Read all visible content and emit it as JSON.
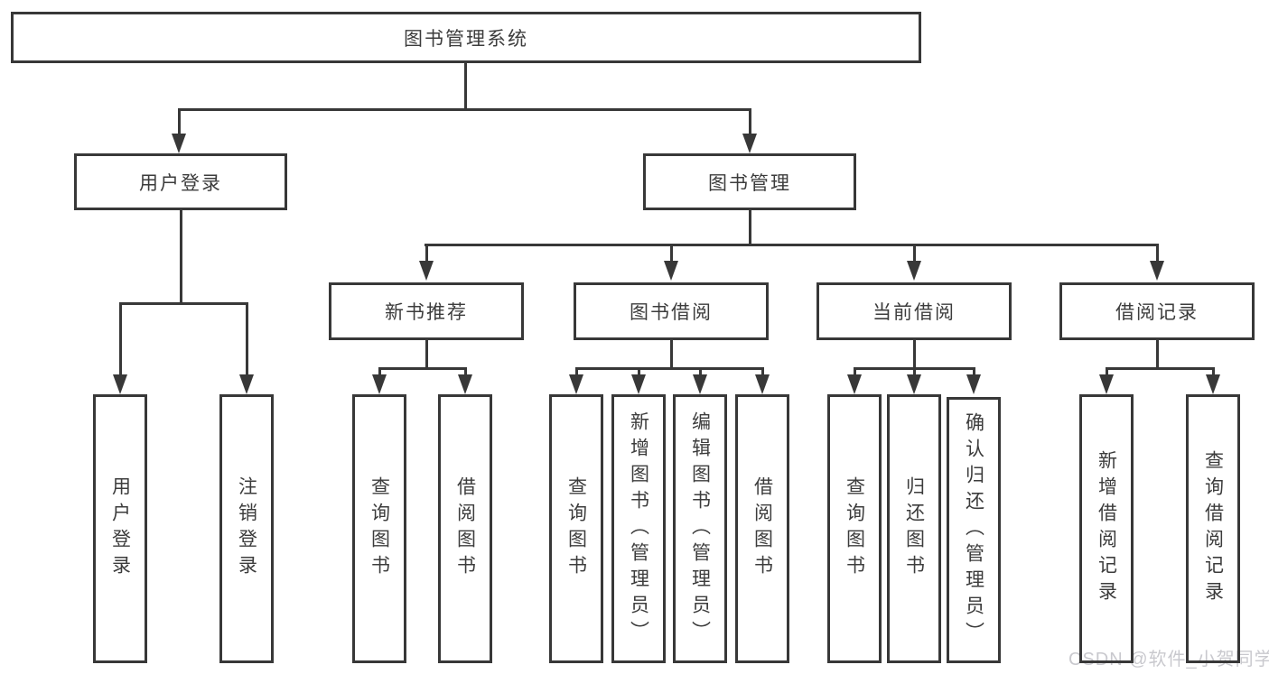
{
  "meta": {
    "colors": {
      "line": "#383838",
      "text": "#3c3c3c",
      "background": "#ffffff",
      "watermark": "#c9c9ce"
    }
  },
  "watermark": {
    "text": "CSDN @软件_小贺同学"
  },
  "tree": {
    "root": {
      "label": "图书管理系统"
    },
    "branches": [
      {
        "label": "用户登录",
        "children": [
          {
            "label": "用户登录"
          },
          {
            "label": "注销登录"
          }
        ]
      },
      {
        "label": "图书管理",
        "children": [
          {
            "label": "新书推荐",
            "children": [
              {
                "label": "查询图书"
              },
              {
                "label": "借阅图书"
              }
            ]
          },
          {
            "label": "图书借阅",
            "children": [
              {
                "label": "查询图书"
              },
              {
                "label": "新增图书（管理员）"
              },
              {
                "label": "编辑图书（管理员）"
              },
              {
                "label": "借阅图书"
              }
            ]
          },
          {
            "label": "当前借阅",
            "children": [
              {
                "label": "查询图书"
              },
              {
                "label": "归还图书"
              },
              {
                "label": "确认归还（管理员）"
              }
            ]
          },
          {
            "label": "借阅记录",
            "children": [
              {
                "label": "新增借阅记录"
              },
              {
                "label": "查询借阅记录"
              }
            ]
          }
        ]
      }
    ]
  }
}
